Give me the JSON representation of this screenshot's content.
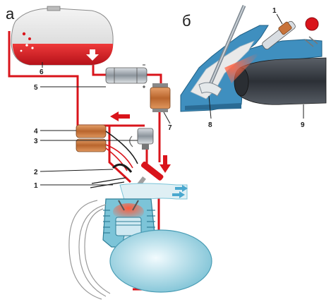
{
  "panels": {
    "left_letter": "а",
    "right_letter": "б"
  },
  "callouts_left": {
    "tank": "6",
    "pump": "5",
    "filter": "7",
    "ecu_top": "4",
    "ecu_bottom": "3",
    "rail": "2",
    "injector": "1"
  },
  "callouts_right": {
    "injector": "1",
    "valve": "8",
    "intake": "9"
  },
  "colors": {
    "fuel": "#d9141b",
    "fuel_return": "#c0141a",
    "tank_body": "#e6e6e6",
    "engine_blue": "#7cc4d8",
    "engine_dark": "#2f7f98",
    "ecu_brown": "#c8733a",
    "intake_dark": "#3a3f45",
    "head_blue": "#3f8fbf"
  },
  "icons": [
    "arrow-down-icon",
    "arrow-left-icon",
    "arrow-air-icon"
  ]
}
